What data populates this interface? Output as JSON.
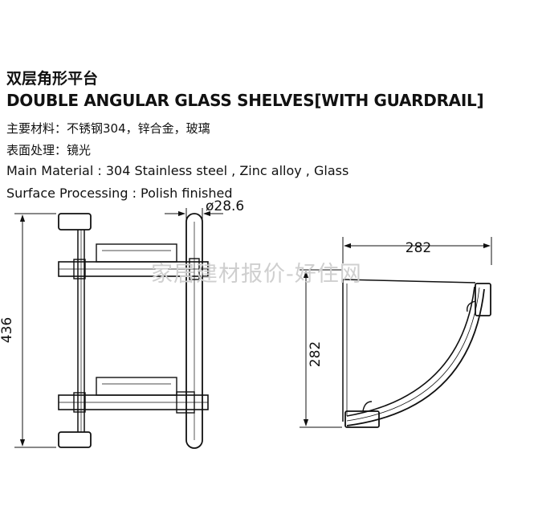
{
  "title_cn": "双层角形平台",
  "title_en": "DOUBLE ANGULAR GLASS SHELVES[WITH GUARDRAIL]",
  "material_cn": "主要材料：不锈钢304，锌合金，玻璃",
  "surface_cn": "表面处理：镜光",
  "material_en": "Main Material : 304 Stainless steel , Zinc alloy , Glass",
  "surface_en": "Surface Processing : Polish finished",
  "dimensions": {
    "diameter": "ø28.6",
    "height": "436",
    "width": "282",
    "depth": "282"
  },
  "watermark": "家居建材报价-好住网"
}
